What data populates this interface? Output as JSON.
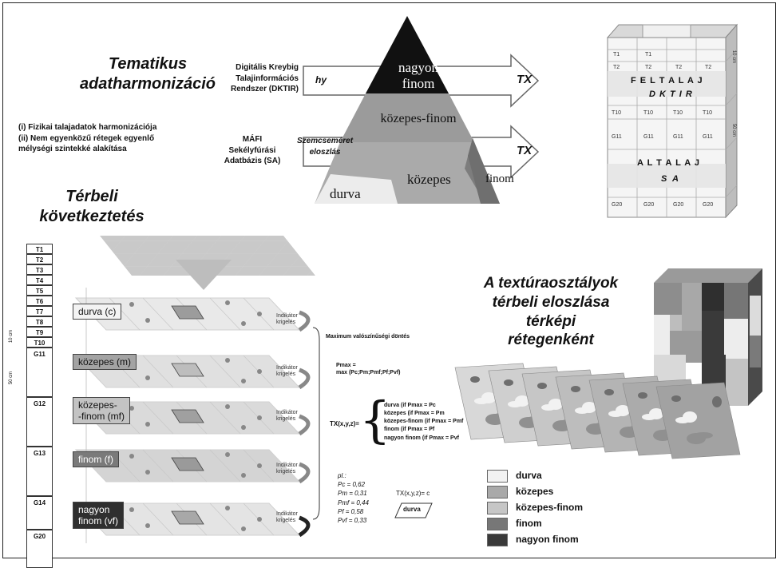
{
  "top_left": {
    "title": "Tematikus adatharmonizáció",
    "title_line1": "Tematikus",
    "title_line2": "adatharmonizáció",
    "point1": "(i) Fizikai talajadatok harmonizációja",
    "point2_line1": "(ii) Nem egyenközű rétegek egyenlő",
    "point2_line2": "mélységi szintekké alakítása"
  },
  "sources": {
    "dktir_line1": "Digitális Kreybig",
    "dktir_line2": "Talajinformációs",
    "dktir_line3": "Rendszer (DKTIR)",
    "sa_line1": "MÁFI",
    "sa_line2": "Sekélyfúrási",
    "sa_line3": "Adatbázis (SA)",
    "hy": "hy",
    "szem_line1": "Szemcseméret",
    "szem_line2": "eloszlás",
    "tx1": "TX",
    "tx2": "TX"
  },
  "pyramid": {
    "nagyon_finom_line1": "nagyon",
    "nagyon_finom_line2": "finom",
    "kozepes_finom": "közepes-finom",
    "kozepes": "közepes",
    "durva": "durva",
    "finom": "finom"
  },
  "cube": {
    "feltalaj": "F E L T A L A J",
    "dktir": "D K T I R",
    "altalaj": "A L T A L A J",
    "sa": "S A",
    "t1": "T1",
    "t2": "T2",
    "t10": "T10",
    "g11": "G11",
    "g20": "G20",
    "colon": ":",
    "depth_top": "10 cm",
    "depth_mid": "50 cm"
  },
  "spatial": {
    "title_line1": "Térbeli",
    "title_line2": "következtetés",
    "depth_rows": [
      "T1",
      "T2",
      "T3",
      "T4",
      "T5",
      "T6",
      "T7",
      "T8",
      "T9",
      "T10",
      "G11",
      "G12",
      "G13",
      "G14",
      "G20"
    ],
    "depth_10cm": "10 cm",
    "depth_50cm": "50 cm",
    "layers": [
      {
        "label": "durva (c)"
      },
      {
        "label": "közepes (m)"
      },
      {
        "label_line1": "közepes-",
        "label_line2": "-finom (mf)"
      },
      {
        "label": "finom (f)"
      },
      {
        "label_line1": "nagyon",
        "label_line2": "finom (vf)"
      }
    ],
    "krig_line1": "Indikátor",
    "krig_line2": "krigelés",
    "max_title": "Maximum valószínűségi döntés",
    "pmax_line1": "Pmax =",
    "pmax_line2": "max (Pc;Pm;Pmf;Pf;Pvf)",
    "tx_eq": "TX(x,y,z)=",
    "case1": "durva  (if Pmax = Pc",
    "case2": "közepes (if Pmax = Pm",
    "case3": "közepes-finom (if Pmax = Pmf",
    "case4": "finom (if Pmax = Pf",
    "case5": "nagyon finom (if Pmax = Pvf",
    "pl": "pl.:",
    "ex1": "Pc   = 0,62",
    "ex2": "Pm  = 0,31",
    "ex3": "Pmf = 0,44",
    "ex4": "Pf   = 0,58",
    "ex5": "Pvf = 0,33",
    "tx_result": "TX(x,y,z)= c",
    "result_label": "durva"
  },
  "right": {
    "title_line1": "A textúraosztályok",
    "title_line2": "térbeli eloszlása",
    "title_line3": "térképi",
    "title_line4": "rétegenként"
  },
  "legend": [
    {
      "label": "durva",
      "color": "#f2f2f2"
    },
    {
      "label": "közepes",
      "color": "#a9a9a9"
    },
    {
      "label": "közepes-finom",
      "color": "#c6c6c6"
    },
    {
      "label": "finom",
      "color": "#777777"
    },
    {
      "label": "nagyon finom",
      "color": "#3a3a3a"
    }
  ]
}
